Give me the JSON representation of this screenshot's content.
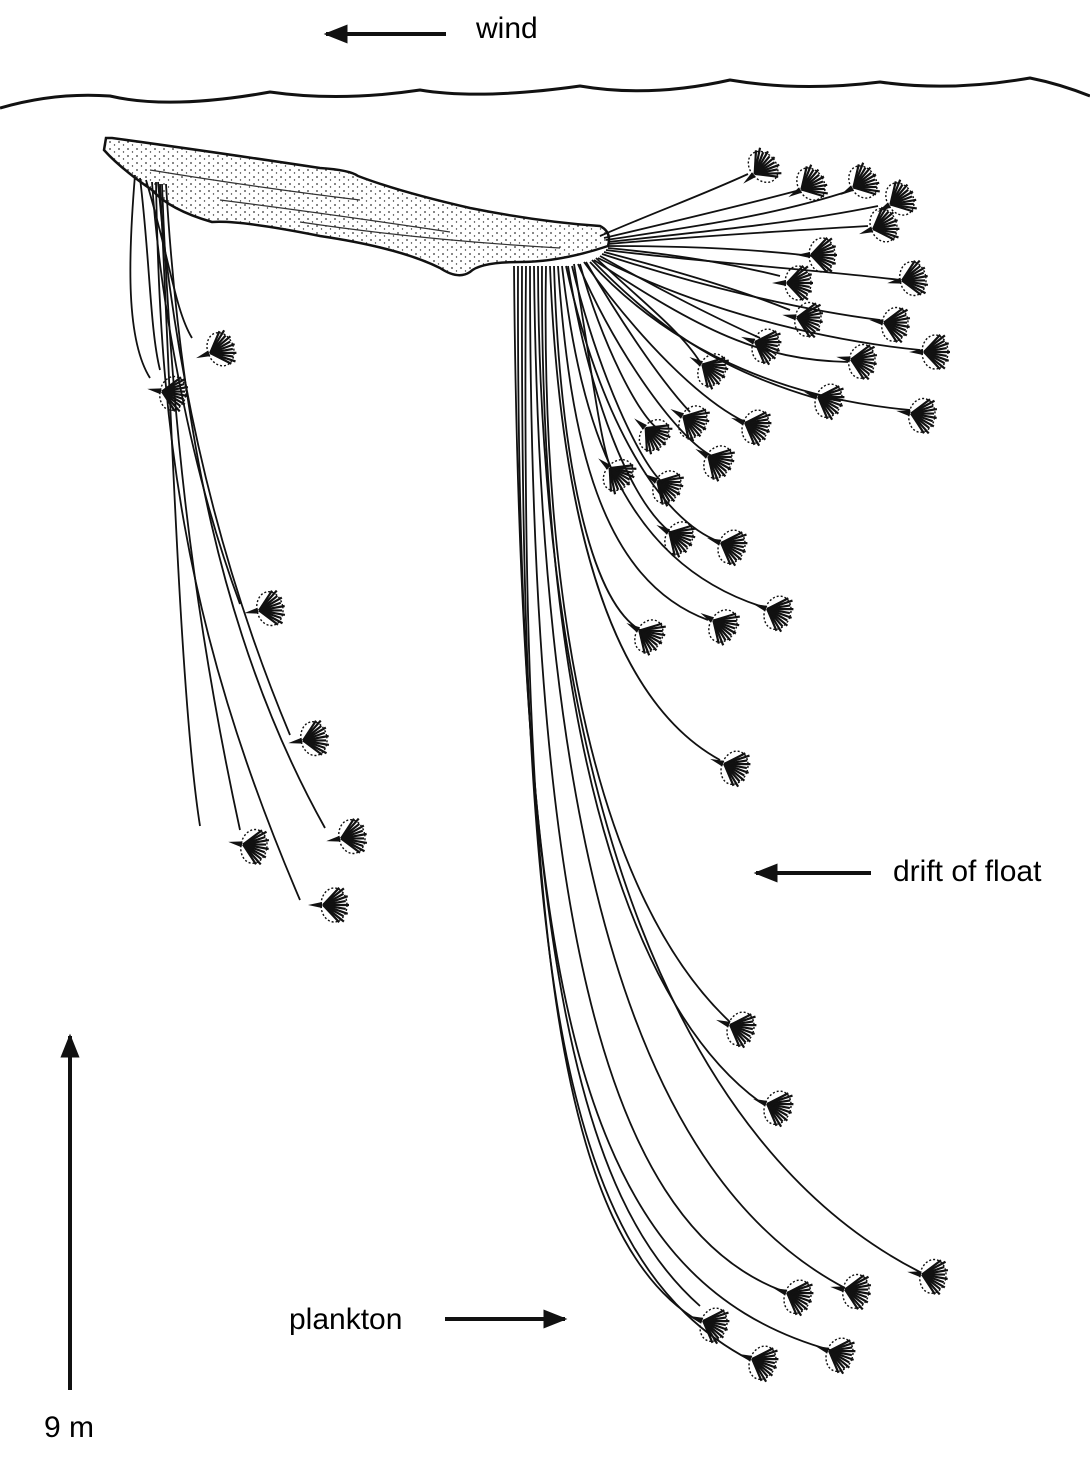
{
  "labels": {
    "wind": "wind",
    "drift": "drift of float",
    "plankton": "plankton",
    "scale": "9 m"
  },
  "colors": {
    "ink": "#111111",
    "background": "#ffffff"
  }
}
